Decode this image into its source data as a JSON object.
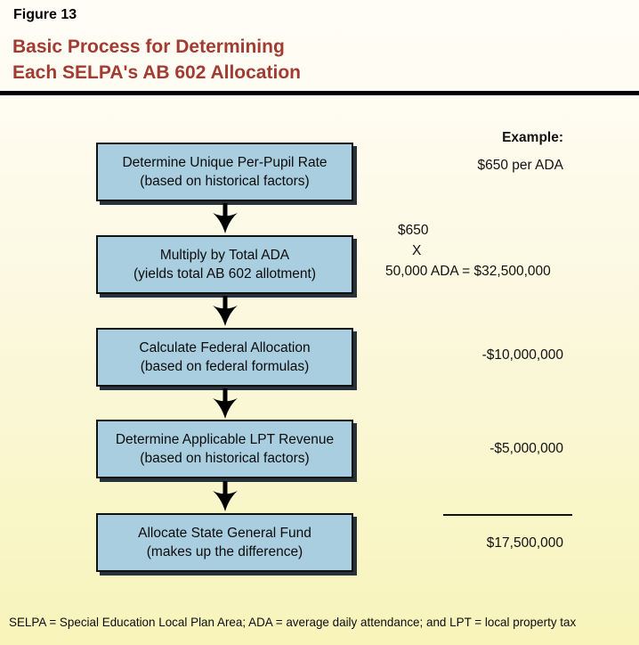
{
  "figure": {
    "label": "Figure 13",
    "title_line1": "Basic Process for Determining",
    "title_line2": "Each SELPA's AB 602 Allocation"
  },
  "example": {
    "header": "Example:"
  },
  "flow": {
    "steps": [
      {
        "line1": "Determine Unique Per-Pupil Rate",
        "line2": "(based on historical factors)",
        "example": "$650 per ADA"
      },
      {
        "line1": "Multiply by Total ADA",
        "line2": "(yields total AB 602 allotment)",
        "example_lines": [
          "$650",
          "X",
          "50,000 ADA = $32,500,000"
        ]
      },
      {
        "line1": "Calculate Federal Allocation",
        "line2": "(based on federal formulas)",
        "example": "-$10,000,000"
      },
      {
        "line1": "Determine Applicable LPT Revenue",
        "line2": "(based on historical factors)",
        "example": "-$5,000,000"
      },
      {
        "line1": "Allocate State General Fund",
        "line2": "(makes up the difference)",
        "example": "$17,500,000"
      }
    ]
  },
  "footnote": "SELPA = Special Education Local Plan Area; ADA = average daily attendance; and LPT = local property tax",
  "colors": {
    "title_red": "#A23B32",
    "box_fill": "#A8CEDF",
    "box_border": "#111111",
    "box_shadow": "#26333B",
    "background_top": "#FFFDF6",
    "background_bottom": "#F8F4BA",
    "divider_black": "#000000"
  }
}
